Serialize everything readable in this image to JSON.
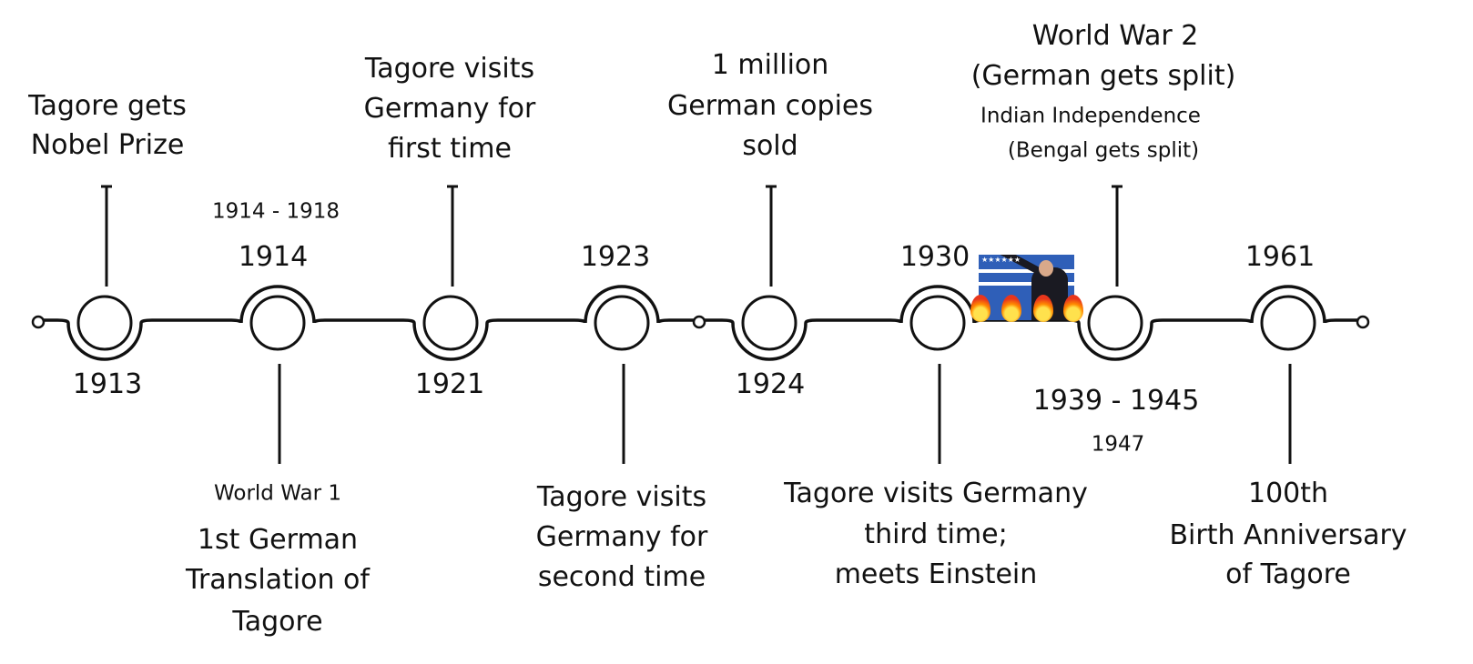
{
  "title": "Tagore and Germany timeline",
  "nodes": [
    {
      "year": "1913",
      "loop": "below",
      "stem": "up"
    },
    {
      "year": "1914",
      "loop": "above",
      "stem": "down"
    },
    {
      "year": "1921",
      "loop": "below",
      "stem": "up"
    },
    {
      "year": "1923",
      "loop": "above",
      "stem": "down"
    },
    {
      "year": "1924",
      "loop": "below",
      "stem": "up"
    },
    {
      "year": "1930",
      "loop": "above",
      "stem": "down"
    },
    {
      "year": "1939 - 1945",
      "loop": "below",
      "stem": "up"
    },
    {
      "year": "1961",
      "loop": "above",
      "stem": "down"
    }
  ],
  "labels": {
    "e1913": [
      "Tagore gets",
      "Nobel Prize"
    ],
    "e1914_range": "1914 - 1918",
    "e1914_small": "World War 1",
    "e1914": [
      "1st German",
      "Translation of",
      "Tagore"
    ],
    "e1921": [
      "Tagore visits",
      "Germany for",
      "first time"
    ],
    "e1923": [
      "Tagore visits",
      "Germany for",
      "second time"
    ],
    "e1924": [
      "1 million",
      "German copies",
      "sold"
    ],
    "e1930": [
      "Tagore visits Germany",
      "third time;",
      "meets Einstein"
    ],
    "e1939": [
      "World War 2",
      "(German gets split)"
    ],
    "e1947_year": "1947",
    "e1947": [
      "Indian Independence",
      "(Bengal gets split)"
    ],
    "e1961": [
      "100th",
      "Birth Anniversary",
      "of Tagore"
    ]
  },
  "stroke_color": "#111111"
}
